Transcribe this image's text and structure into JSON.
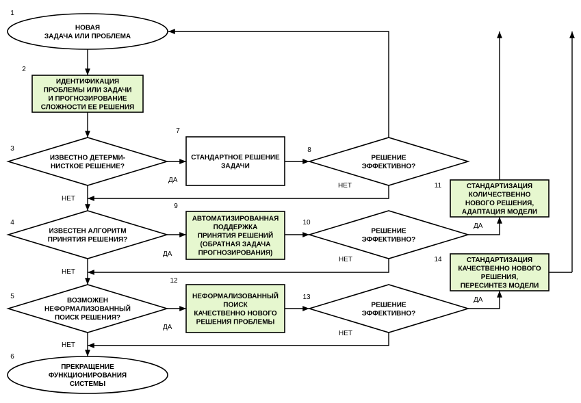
{
  "colors": {
    "fill_plain": "#ffffff",
    "fill_green": "#e6f7cf",
    "stroke": "#000000"
  },
  "nodes": {
    "n1": {
      "num": "1",
      "lines": [
        "НОВАЯ",
        "ЗАДАЧА ИЛИ ПРОБЛЕМА"
      ]
    },
    "n2": {
      "num": "2",
      "lines": [
        "ИДЕНТИФИКАЦИЯ",
        "ПРОБЛЕМЫ ИЛИ ЗАДАЧИ",
        "И ПРОГНОЗИРОВАНИЕ",
        "СЛОЖНОСТИ ЕЕ РЕШЕНИЯ"
      ]
    },
    "n3": {
      "num": "3",
      "lines": [
        "ИЗВЕСТНО ДЕТЕРМИ-",
        "НИСТКОЕ РЕШЕНИЕ?"
      ]
    },
    "n4": {
      "num": "4",
      "lines": [
        "ИЗВЕСТЕН АЛГОРИТМ",
        "ПРИНЯТИЯ РЕШЕНИЯ?"
      ]
    },
    "n5": {
      "num": "5",
      "lines": [
        "ВОЗМОЖЕН",
        "НЕФОРМАЛИЗОВАННЫЙ",
        "ПОИСК РЕШЕНИЯ?"
      ]
    },
    "n6": {
      "num": "6",
      "lines": [
        "ПРЕКРАЩЕНИЕ",
        "ФУНКЦИОНИРОВАНИЯ",
        "СИСТЕМЫ"
      ]
    },
    "n7": {
      "num": "7",
      "lines": [
        "СТАНДАРТНОЕ РЕШЕНИЕ",
        "ЗАДАЧИ"
      ]
    },
    "n8": {
      "num": "8",
      "lines": [
        "РЕШЕНИЕ",
        "ЭФФЕКТИВНО?"
      ]
    },
    "n9": {
      "num": "9",
      "lines": [
        "АВТОМАТИЗИРОВАННАЯ",
        "ПОДДЕРЖКА",
        "ПРИНЯТИЯ РЕШЕНИЙ",
        "(ОБРАТНАЯ ЗАДАЧА",
        "ПРОГНОЗИРОВАНИЯ)"
      ]
    },
    "n10": {
      "num": "10",
      "lines": [
        "РЕШЕНИЕ",
        "ЭФФЕКТИВНО?"
      ]
    },
    "n11": {
      "num": "11",
      "lines": [
        "СТАНДАРТИЗАЦИЯ",
        "КОЛИЧЕСТВЕННО",
        "НОВОГО РЕШЕНИЯ,",
        "АДАПТАЦИЯ МОДЕЛИ"
      ]
    },
    "n12": {
      "num": "12",
      "lines": [
        "НЕФОРМАЛИЗОВАННЫЙ",
        "ПОИСК",
        "КАЧЕСТВЕННО НОВОГО",
        "РЕШЕНИЯ ПРОБЛЕМЫ"
      ]
    },
    "n13": {
      "num": "13",
      "lines": [
        "РЕШЕНИЕ",
        "ЭФФЕКТИВНО?"
      ]
    },
    "n14": {
      "num": "14",
      "lines": [
        "СТАНДАРТИЗАЦИЯ",
        "КАЧЕСТВЕННО НОВОГО",
        "РЕШЕНИЯ,",
        "ПЕРЕСИНТЕЗ МОДЕЛИ"
      ]
    }
  },
  "edge_labels": {
    "yes3": "ДА",
    "no3": "НЕТ",
    "yes4": "ДА",
    "no4": "НЕТ",
    "yes5": "ДА",
    "no5": "НЕТ",
    "no8": "НЕТ",
    "yes10": "ДА",
    "no10": "НЕТ",
    "yes13": "ДА",
    "no13": "НЕТ"
  }
}
